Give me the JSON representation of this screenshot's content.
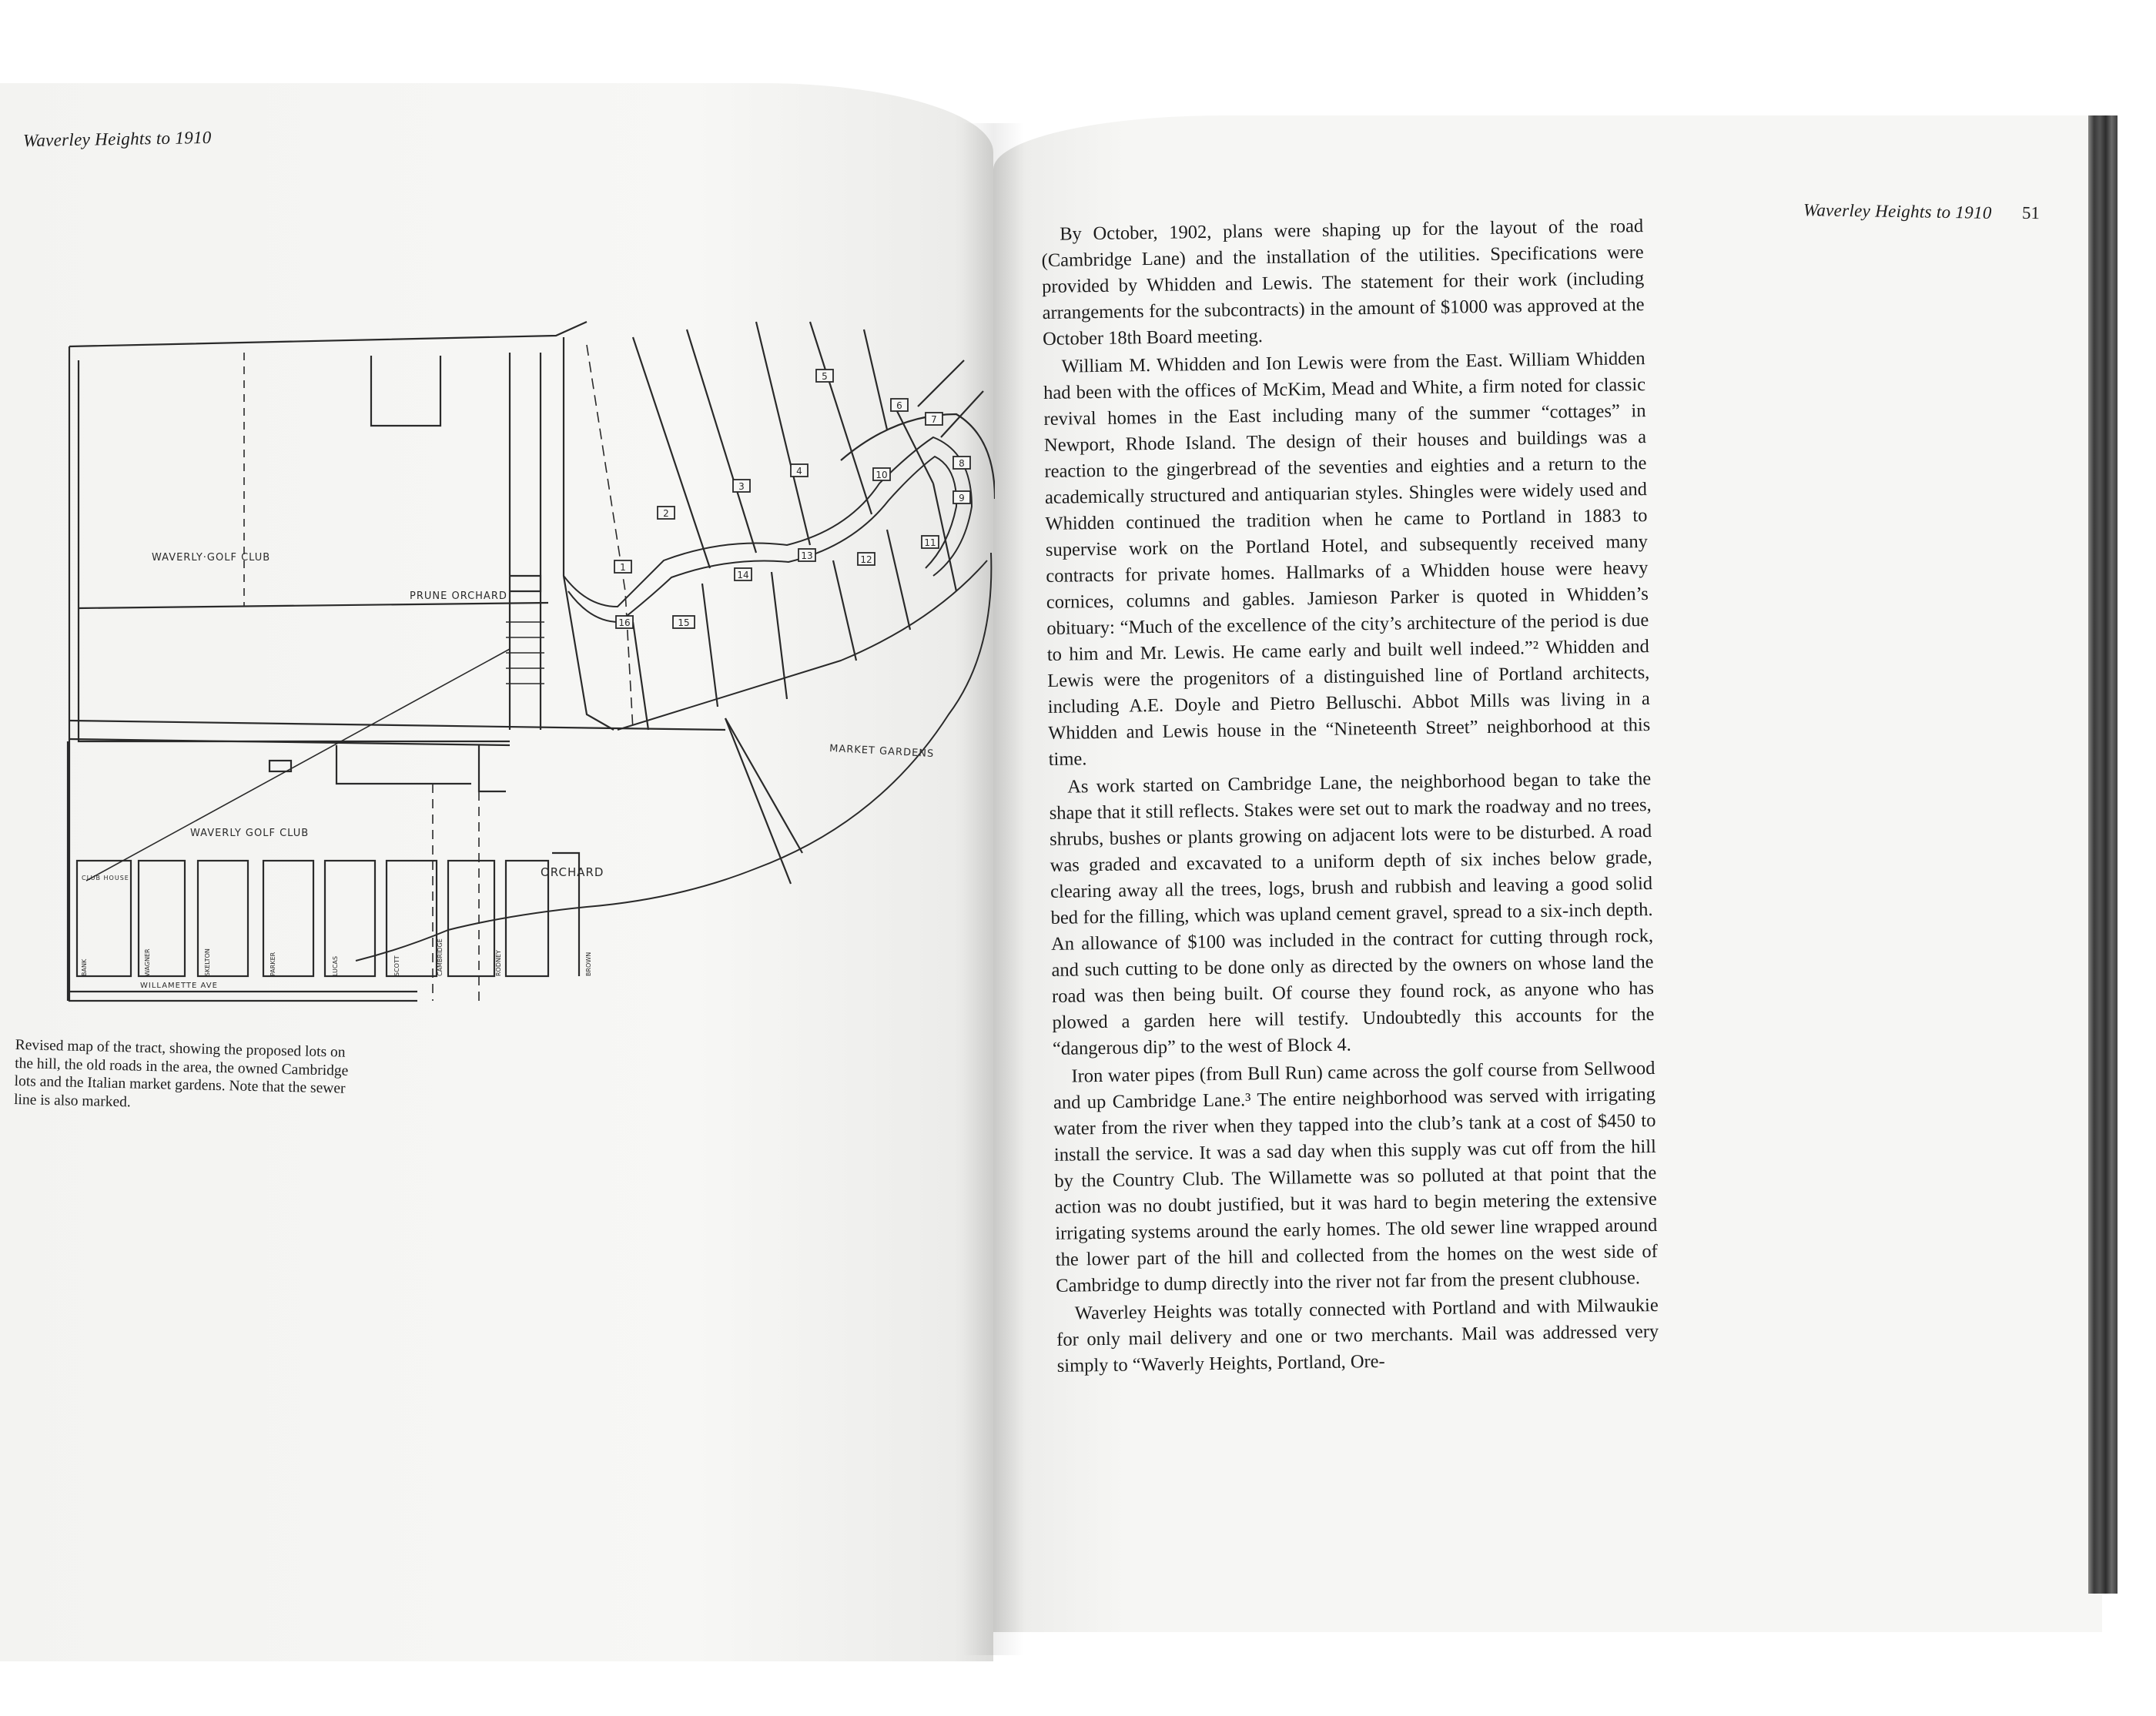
{
  "left_page": {
    "running_head": "Waverley Heights to 1910",
    "map": {
      "labels": {
        "golf_club_north": "WAVERLY·GOLF CLUB",
        "prune_orchard": "PRUNE ORCHARD",
        "market_gardens": "MARKET GARDENS",
        "golf_club_south": "WAVERLY GOLF CLUB",
        "orchard": "ORCHARD",
        "willamette_ave": "WILLAMETTE AVE",
        "club_house": "CLUB HOUSE",
        "street_1": "BANK",
        "street_2": "WAGNER",
        "street_3": "SKELTON",
        "street_4": "PARKER",
        "street_5": "LUCAS",
        "street_6": "SCOTT",
        "street_7": "CAMBRIDGE",
        "street_8": "RODNEY",
        "street_9": "BROWN"
      },
      "lots": [
        "1",
        "2",
        "3",
        "4",
        "5",
        "6",
        "7",
        "8",
        "9",
        "10",
        "11",
        "12",
        "13",
        "14",
        "15",
        "16"
      ]
    },
    "caption": "Revised map of the tract, showing the proposed lots on the hill, the old roads in the area, the owned Cambridge lots and the Italian market gardens. Note that the sewer line is also marked."
  },
  "right_page": {
    "running_head": "Waverley Heights to 1910",
    "page_number": "51",
    "paragraphs": [
      "By October, 1902, plans were shaping up for the layout of the road (Cambridge Lane) and the installation of the utilities. Specifications were provided by Whidden and Lewis. The statement for their work (including arrangements for the subcontracts) in the amount of $1000 was approved at the October 18th Board meeting.",
      "William M. Whidden and Ion Lewis were from the East. William Whidden had been with the offices of McKim, Mead and White, a firm noted for classic revival homes in the East including many of the summer “cottages” in Newport, Rhode Island. The design of their houses and buildings was a reaction to the gingerbread of the seventies and eighties and a return to the academically structured and antiquarian styles. Shingles were widely used and Whidden continued the tradition when he came to Portland in 1883 to supervise work on the Portland Hotel, and subsequently received many contracts for private homes. Hallmarks of a Whidden house were heavy cornices, columns and gables. Jamieson Parker is quoted in Whidden’s obituary: “Much of the excellence of the city’s architecture of the period is due to him and Mr. Lewis. He came early and built well indeed.”² Whidden and Lewis were the progenitors of a distinguished line of Portland architects, including A.E. Doyle and Pietro Belluschi. Abbot Mills was living in a Whidden and Lewis house in the “Nineteenth Street” neighborhood at this time.",
      "As work started on Cambridge Lane, the neighborhood began to take the shape that it still reflects. Stakes were set out to mark the roadway and no trees, shrubs, bushes or plants growing on adjacent lots were to be disturbed. A road was graded and excavated to a uniform depth of six inches below grade, clearing away all the trees, logs, brush and rubbish and leaving a good solid bed for the filling, which was upland cement gravel, spread to a six-inch depth. An allowance of $100 was included in the contract for cutting through rock, and such cutting to be done only as directed by the owners on whose land the road was then being built. Of course they found rock, as anyone who has plowed a garden here will testify. Undoubtedly this accounts for the “dangerous dip” to the west of Block 4.",
      "Iron water pipes (from Bull Run) came across the golf course from Sellwood and up Cambridge Lane.³ The entire neighborhood was served with irrigating water from the river when they tapped into the club’s tank at a cost of $450 to install the service. It was a sad day when this supply was cut off from the hill by the Country Club. The Willamette was so polluted at that point that the action was no doubt justified, but it was hard to begin metering the extensive irrigating systems around the early homes. The old sewer line wrapped around the lower part of the hill and collected from the homes on the west side of Cambridge to dump directly into the river not far from the present clubhouse.",
      "Waverley Heights was totally connected with Portland and with Milwaukie for only mail delivery and one or two merchants. Mail was addressed very simply to “Waverly Heights, Portland, Ore-"
    ]
  }
}
